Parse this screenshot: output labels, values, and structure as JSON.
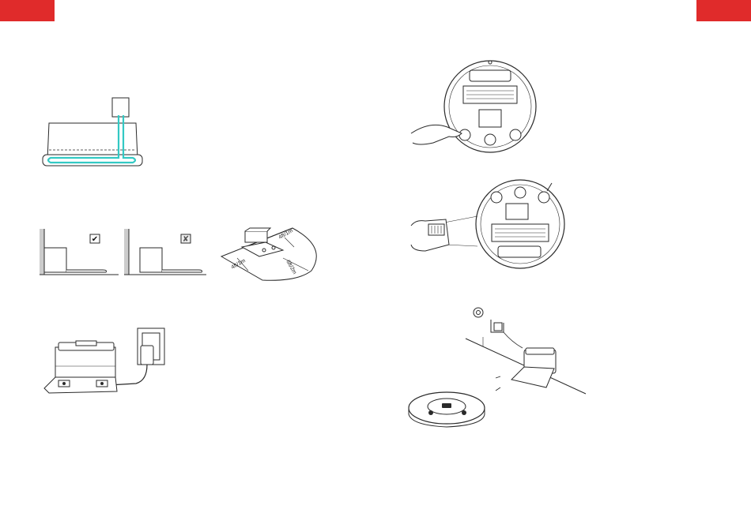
{
  "page": {
    "accent_color": "#e02b2b",
    "line_color": "#2a2a2a",
    "cable_color": "#33c9c4"
  },
  "figures": {
    "cable_routing": {
      "icon": "cable-routing-illustration"
    },
    "placement": {
      "ok_mark": "✔",
      "bad_mark": "✘",
      "clearance_side_left": "4ft/1m",
      "clearance_side_right": "4ft/1m",
      "clearance_front": "6ft/2m"
    },
    "dock_power": {
      "icon": "dock-plugged-into-outlet"
    },
    "robot_bottom_1": {
      "icon": "robot-underside-remove-film"
    },
    "robot_bottom_2": {
      "icon": "robot-underside-power-switch"
    },
    "docking": {
      "icon": "robot-returning-to-dock"
    }
  }
}
